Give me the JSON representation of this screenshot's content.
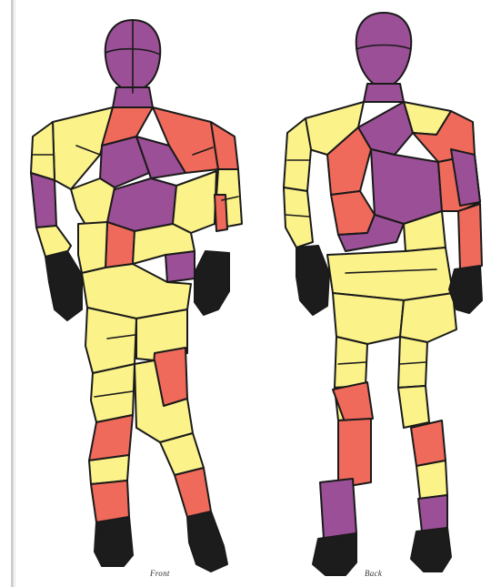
{
  "captions": {
    "front": "Front",
    "back": "Back"
  },
  "colors": {
    "purple": "#9b4f96",
    "salmon": "#ef6a5a",
    "yellow": "#fbf28a",
    "black": "#1c1c1c",
    "outline": "#1a1a1a"
  },
  "figures": [
    {
      "id": "front",
      "caption_key": "front"
    },
    {
      "id": "back",
      "caption_key": "back"
    }
  ]
}
